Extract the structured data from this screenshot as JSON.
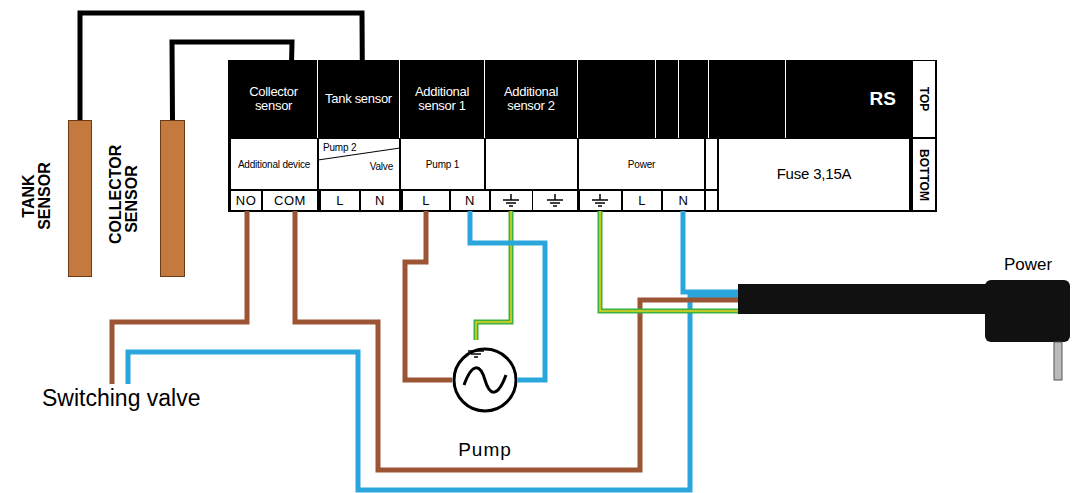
{
  "diagram": {
    "nodes": [
      {
        "text": [
          "TANK SENSOR"
        ]
      },
      {
        "text": [
          "COLLECTOR SENSOR"
        ]
      },
      {
        "text": [
          "Collector sensor"
        ]
      },
      {
        "text": [
          "Tank sensor"
        ]
      },
      {
        "text": [
          "Additional sensor 1"
        ]
      },
      {
        "text": [
          "Additional sensor 2"
        ]
      },
      {
        "text": [
          "RS"
        ]
      },
      {
        "text": [
          "TOP"
        ]
      },
      {
        "text": [
          "Additional device"
        ]
      },
      {
        "text": [
          "Pump 2",
          "Valve"
        ]
      },
      {
        "text": [
          "Pump 1"
        ]
      },
      {
        "text": [
          "Power"
        ]
      },
      {
        "text": [
          "Fuse 3,15A"
        ]
      },
      {
        "text": [
          "BOTTOM"
        ]
      },
      {
        "text": [
          "NO"
        ]
      },
      {
        "text": [
          "COM"
        ]
      },
      {
        "text": [
          "L"
        ]
      },
      {
        "text": [
          "N"
        ]
      },
      {
        "text": [
          "L"
        ]
      },
      {
        "text": [
          "N"
        ]
      },
      {
        "text": [
          "L"
        ]
      },
      {
        "text": [
          "N"
        ]
      },
      {
        "text": [
          "Pump"
        ]
      }
    ],
    "edges": [
      {
        "from": 0,
        "to": 3,
        "arrow": "none"
      },
      {
        "from": 1,
        "to": 2,
        "arrow": "none"
      },
      {
        "from": 18,
        "to": 22,
        "arrow": "none"
      },
      {
        "from": 19,
        "to": 22,
        "arrow": "none"
      }
    ],
    "labels": [
      "Switching valve",
      "Power"
    ]
  }
}
